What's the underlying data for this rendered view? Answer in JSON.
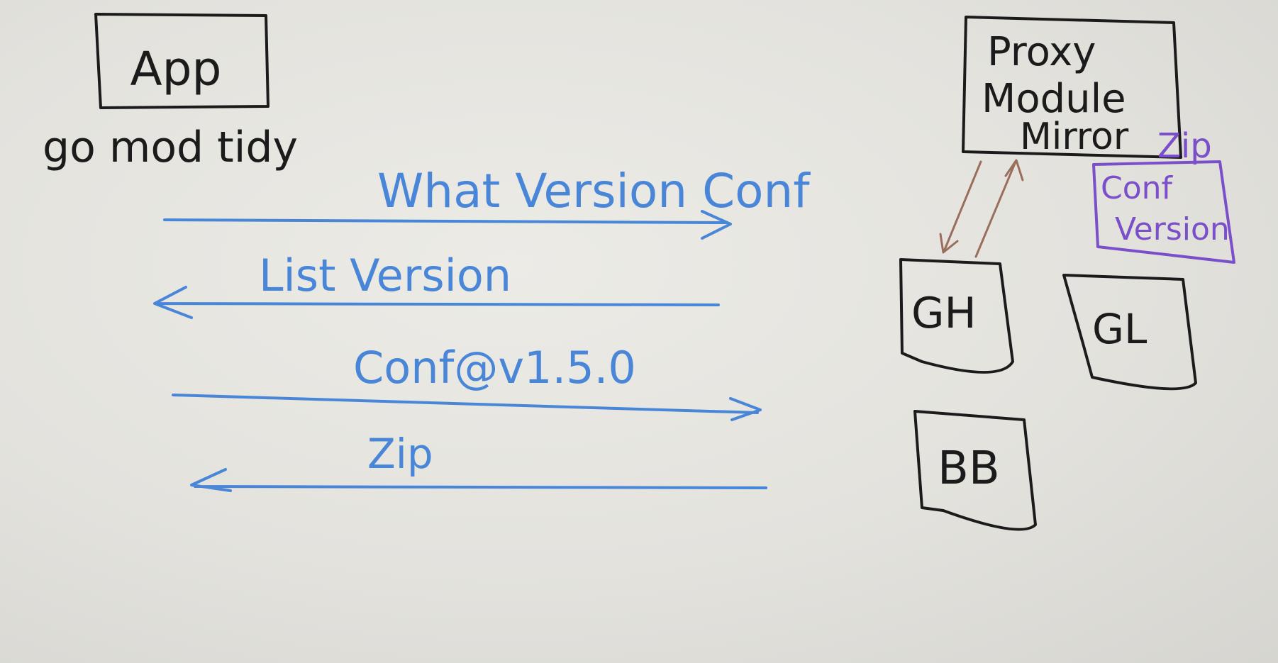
{
  "colors": {
    "marker_black": "#1b1b1b",
    "marker_blue": "#4a86d8",
    "marker_purple": "#7b4fc9",
    "marker_brown": "#9a6e5c",
    "whiteboard": "#e8e7e2"
  },
  "left": {
    "app_box_label": "App",
    "command": "go mod tidy"
  },
  "messages": [
    {
      "label": "What Version Conf",
      "direction": "right"
    },
    {
      "label": "List Version",
      "direction": "left"
    },
    {
      "label": "Conf@v1.5.0",
      "direction": "right"
    },
    {
      "label": "Zip",
      "direction": "left"
    }
  ],
  "proxy": {
    "line1": "Proxy",
    "line2": "Module",
    "line3": "Mirror",
    "zip_note": "Zip",
    "cache_box": {
      "line1": "Conf",
      "line2": "Version"
    }
  },
  "sources": [
    {
      "label": "GH"
    },
    {
      "label": "GL"
    },
    {
      "label": "BB"
    }
  ]
}
